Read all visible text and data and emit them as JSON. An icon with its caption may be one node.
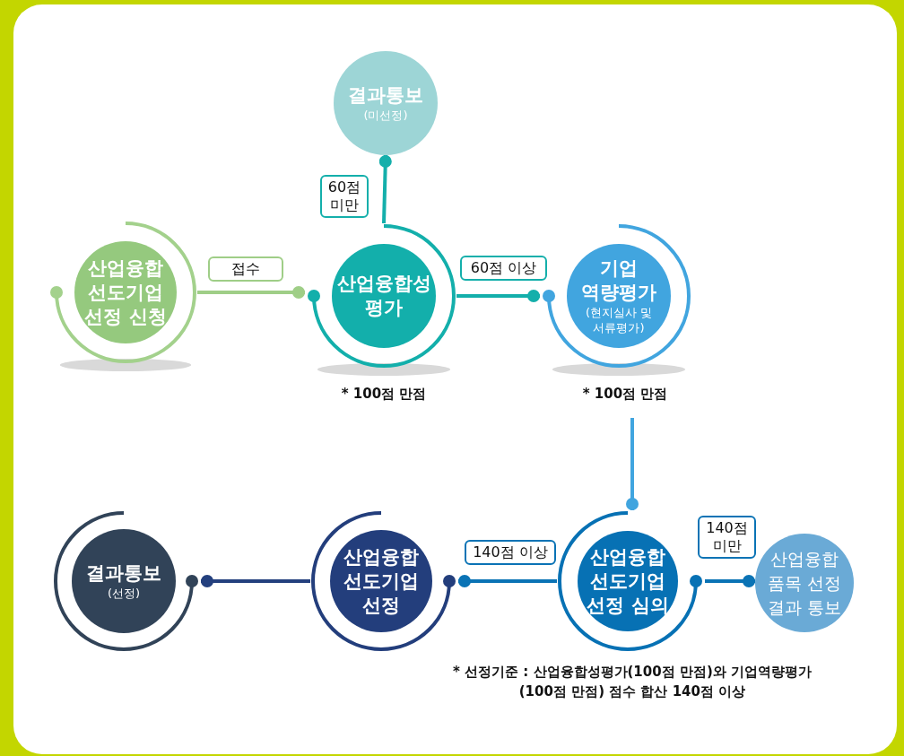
{
  "diagram": {
    "nodes": [
      {
        "text": [
          "산업융합 선도기업 선정 신청"
        ]
      },
      {
        "text": [
          "결과통보",
          "(미선정)"
        ]
      },
      {
        "text": [
          "산업융합성 평가"
        ],
        "beside": [
          "* 100점 만점"
        ]
      },
      {
        "text": [
          "기업 역량평가",
          "(현지실사 및 서류평가)"
        ],
        "beside": [
          "* 100점 만점"
        ]
      },
      {
        "text": [
          "결과통보",
          "(선정)"
        ]
      },
      {
        "text": [
          "산업융합 선도기업 선정"
        ]
      },
      {
        "text": [
          "산업융합 선도기업 선정 심의"
        ],
        "beside": [
          "* 선정기준 : 산업융합성평가(100점 만점)와 기업역량평가(100점 만점) 점수 합산 140점 이상"
        ]
      },
      {
        "text": [
          "산업융합 품목 선정 결과 통보"
        ]
      }
    ],
    "edges": [
      {
        "from": 0,
        "to": 2,
        "arrow": "other",
        "label": "접수",
        "color": "#9fce87"
      },
      {
        "from": 2,
        "to": 1,
        "arrow": "other",
        "label": "60점 미만",
        "color": "#14afab"
      },
      {
        "from": 2,
        "to": 3,
        "arrow": "other",
        "label": "60점 이상",
        "color": "#14afab"
      },
      {
        "from": 3,
        "to": 6,
        "arrow": "other",
        "color": "#41a5df"
      },
      {
        "from": 6,
        "to": 5,
        "arrow": "other",
        "label": "140점 이상",
        "color": "#0a73b5"
      },
      {
        "from": 6,
        "to": 7,
        "arrow": "other",
        "label": "140점 미만",
        "color": "#0a73b5"
      },
      {
        "from": 5,
        "to": 4,
        "arrow": "other",
        "color": "#24407e"
      }
    ]
  }
}
